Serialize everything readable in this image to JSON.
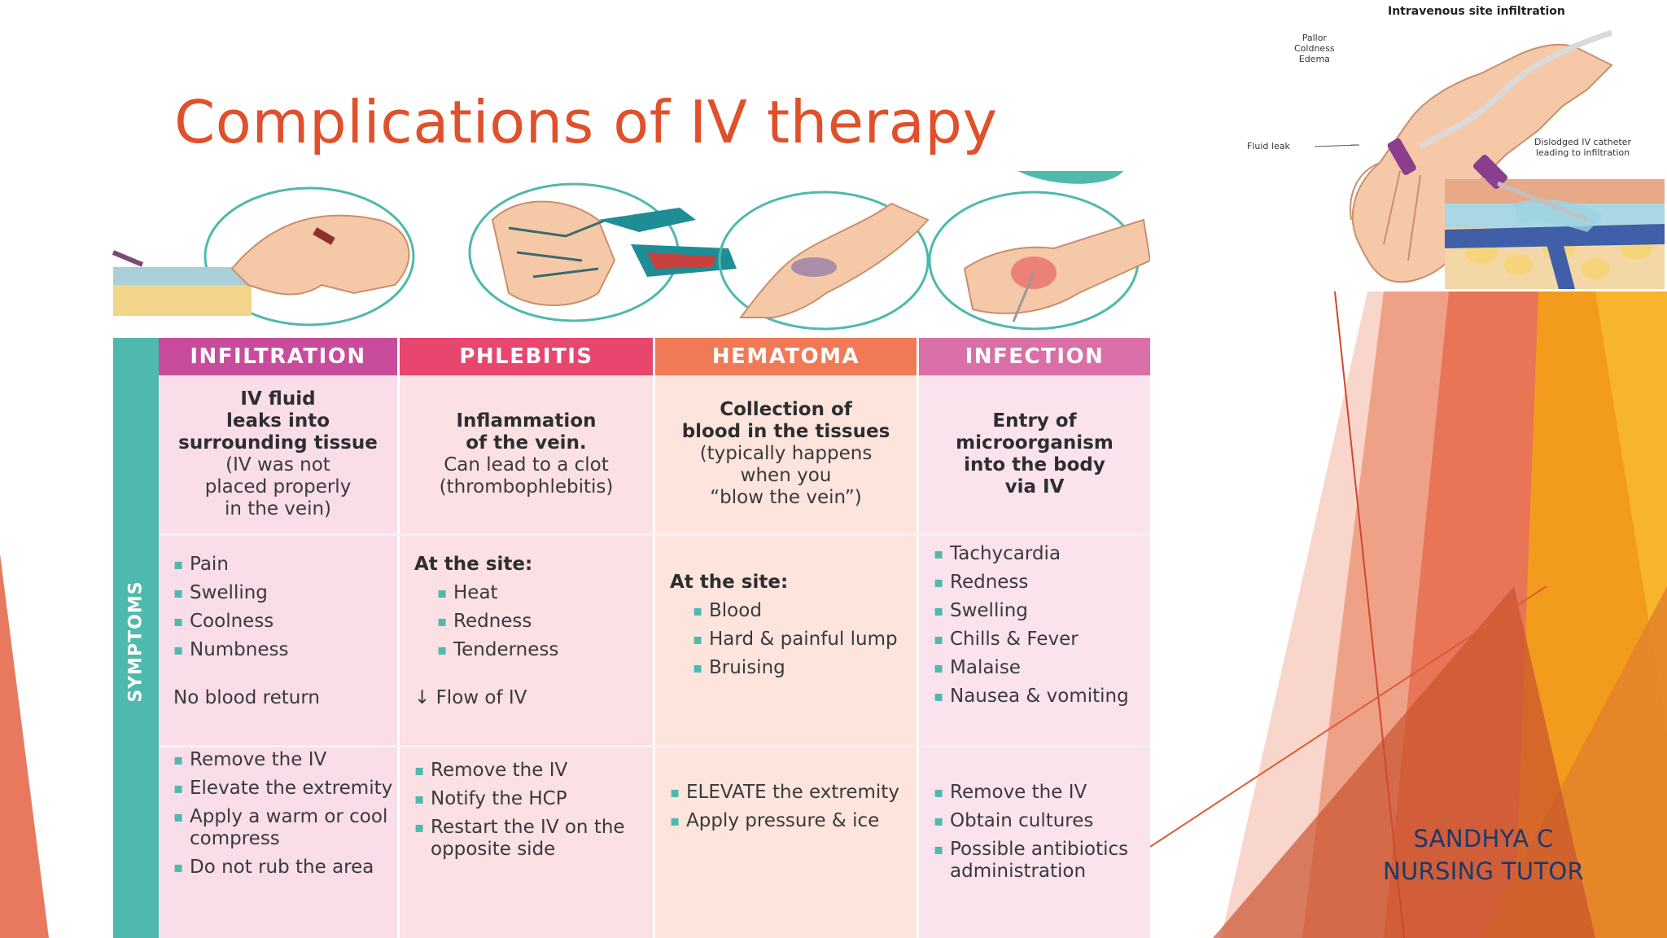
{
  "slide": {
    "title": "Complications of IV therapy",
    "author_name": "SANDHYA C",
    "author_role": "NURSING TUTOR"
  },
  "inset": {
    "title": "Intravenous site infiltration",
    "label_signs": [
      "Pallor",
      "Coldness",
      "Edema"
    ],
    "label_fluid_leak": "Fluid leak",
    "label_dislodged": [
      "Dislodged IV catheter",
      "leading to infiltration"
    ]
  },
  "table": {
    "row_labels": [
      "SYMPTOMS"
    ],
    "columns": [
      {
        "header": "INFILTRATION",
        "color": "#c94b9c",
        "bg": "#f9dde9",
        "definition_bold": [
          "IV fluid",
          "leaks into",
          "surrounding tissue"
        ],
        "definition_note": [
          "(IV was not",
          "placed properly",
          "in the vein)"
        ],
        "symptoms_intro": "",
        "symptoms": [
          "Pain",
          "Swelling",
          "Coolness",
          "Numbness"
        ],
        "symptoms_extra": "No blood return",
        "treatment": [
          "Remove the IV",
          "Elevate the extremity",
          "Apply a warm or cool compress",
          "Do not rub the area"
        ]
      },
      {
        "header": "PHLEBITIS",
        "color": "#e8466e",
        "bg": "#fbe0e4",
        "definition_bold": [
          "Inflammation",
          "of the vein."
        ],
        "definition_note": [
          "Can lead to a clot",
          "(thrombophlebitis)"
        ],
        "symptoms_intro": "At the site:",
        "symptoms": [
          "Heat",
          "Redness",
          "Tenderness"
        ],
        "symptoms_extra": "↓ Flow of IV",
        "treatment": [
          "Remove the IV",
          "Notify the HCP",
          "Restart the IV on the opposite side"
        ]
      },
      {
        "header": "HEMATOMA",
        "color": "#f07a55",
        "bg": "#fde5de",
        "definition_bold": [
          "Collection of",
          "blood in the tissues"
        ],
        "definition_note": [
          "(typically happens",
          "when you",
          "“blow the vein”)"
        ],
        "symptoms_intro": "At the site:",
        "symptoms": [
          "Blood",
          "Hard & painful lump",
          "Bruising"
        ],
        "symptoms_extra": "",
        "treatment_bold": "ELEVATE",
        "treatment": [
          "ELEVATE the extremity",
          "Apply pressure & ice"
        ]
      },
      {
        "header": "INFECTION",
        "color": "#d96fa6",
        "bg": "#fbe3ee",
        "definition_bold": [
          "Entry of",
          "microorganism",
          "into the body",
          "via IV"
        ],
        "definition_note": [],
        "symptoms_intro": "",
        "symptoms": [
          "Tachycardia",
          "Redness",
          "Swelling",
          "Chills & Fever",
          "Malaise",
          "Nausea & vomiting"
        ],
        "symptoms_extra": "",
        "treatment": [
          "Remove the IV",
          "Obtain cultures",
          "Possible antibiotics administration"
        ]
      }
    ]
  }
}
